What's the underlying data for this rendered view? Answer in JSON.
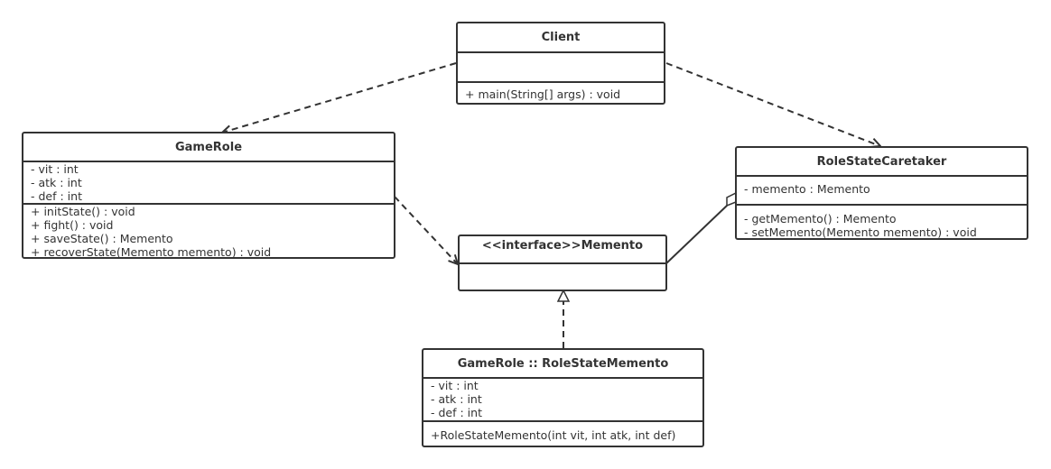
{
  "classes": {
    "client": {
      "name": "Client",
      "attributes": [],
      "methods": [
        "+ main(String[] args) : void"
      ]
    },
    "game_role": {
      "name": "GameRole",
      "attributes": [
        "- vit : int",
        "- atk : int",
        "- def : int"
      ],
      "methods": [
        "+ initState() : void",
        "+ fight() : void",
        "+ saveState() : Memento",
        "+ recoverState(Memento    memento) : void"
      ]
    },
    "caretaker": {
      "name": "RoleStateCaretaker",
      "attributes": [
        "- memento : Memento"
      ],
      "methods": [
        "- getMemento() : Memento",
        "- setMemento(Memento memento) : void"
      ]
    },
    "memento": {
      "name": "<<interface>>Memento",
      "attributes": [],
      "methods": []
    },
    "role_state_memento": {
      "name": "GameRole :: RoleStateMemento",
      "attributes": [
        "- vit : int",
        "- atk : int",
        "- def : int"
      ],
      "methods": [
        "+RoleStateMemento(int vit, int atk, int def)"
      ]
    }
  },
  "relations": [
    {
      "from": "client",
      "to": "game_role",
      "kind": "dependency"
    },
    {
      "from": "client",
      "to": "caretaker",
      "kind": "dependency"
    },
    {
      "from": "game_role",
      "to": "memento",
      "kind": "dependency"
    },
    {
      "from": "role_state_memento",
      "to": "memento",
      "kind": "realization"
    },
    {
      "from": "caretaker",
      "to": "memento",
      "kind": "aggregation"
    }
  ],
  "colors": {
    "stroke": "#333333",
    "fill": "#ffffff"
  }
}
